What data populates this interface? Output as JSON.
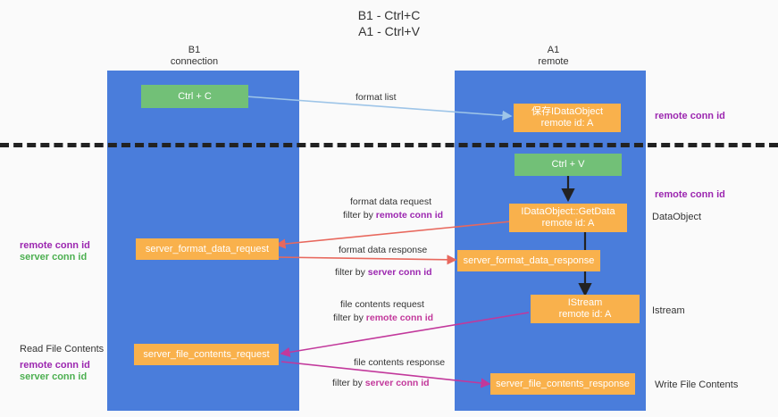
{
  "title": {
    "line1": "B1 - Ctrl+C",
    "line2": "A1 - Ctrl+V"
  },
  "columns": [
    {
      "name": "B1",
      "role": "connection"
    },
    {
      "name": "A1",
      "role": "remote"
    }
  ],
  "boxes": {
    "ctrl_c": "Ctrl + C",
    "ctrl_v": "Ctrl + V",
    "save_idataobject_l1": "保存IDataObject",
    "save_idataobject_l2": "remote id: A",
    "getdata_l1": "IDataObject::GetData",
    "getdata_l2": "remote id: A",
    "istream_l1": "IStream",
    "istream_l2": "remote id: A",
    "server_format_data_request": "server_format_data_request",
    "server_format_data_response": "server_format_data_response",
    "server_file_contents_request": "server_file_contents_request",
    "server_file_contents_response": "server_file_contents_response"
  },
  "side_labels": {
    "remote_conn_id": "remote conn id",
    "server_conn_id": "server conn id",
    "data_object": "DataObject",
    "istream": "Istream",
    "read_file_contents": "Read File Contents",
    "write_file_contents": "Write File Contents"
  },
  "arrows": {
    "format_list": "format list",
    "format_data_request": "format data request",
    "format_data_response": "format data response",
    "file_contents_request": "file contents request",
    "file_contents_response": "file contents response",
    "filter_by": "filter by",
    "filter_remote": "remote conn id",
    "filter_server": "server conn id"
  },
  "colors": {
    "band": "#4a7ddb",
    "orange": "#f9b14c",
    "green": "#72c077",
    "purple": "#9c27b0",
    "green_text": "#4caf50",
    "magenta": "#c2389b",
    "red_arrow": "#e8685d",
    "blue_arrow": "#9ec5e8"
  }
}
